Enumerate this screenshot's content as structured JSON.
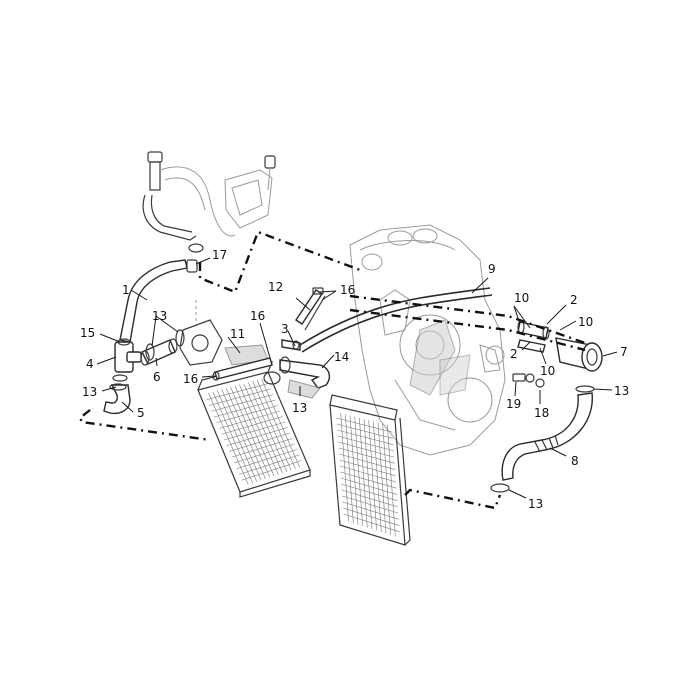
{
  "callouts": [
    {
      "id": "c1",
      "text": "1"
    },
    {
      "id": "c2a",
      "text": "2"
    },
    {
      "id": "c2b",
      "text": "2"
    },
    {
      "id": "c3",
      "text": "3"
    },
    {
      "id": "c4",
      "text": "4"
    },
    {
      "id": "c5",
      "text": "5"
    },
    {
      "id": "c6",
      "text": "6"
    },
    {
      "id": "c7",
      "text": "7"
    },
    {
      "id": "c8",
      "text": "8"
    },
    {
      "id": "c9",
      "text": "9"
    },
    {
      "id": "c10a",
      "text": "10"
    },
    {
      "id": "c10b",
      "text": "10"
    },
    {
      "id": "c10c",
      "text": "10"
    },
    {
      "id": "c11",
      "text": "11"
    },
    {
      "id": "c12",
      "text": "12"
    },
    {
      "id": "c13a",
      "text": "13"
    },
    {
      "id": "c13b",
      "text": "13"
    },
    {
      "id": "c13c",
      "text": "13"
    },
    {
      "id": "c13d",
      "text": "13"
    },
    {
      "id": "c13e",
      "text": "13"
    },
    {
      "id": "c14",
      "text": "14"
    },
    {
      "id": "c15",
      "text": "15"
    },
    {
      "id": "c16a",
      "text": "16"
    },
    {
      "id": "c16b",
      "text": "16"
    },
    {
      "id": "c16c",
      "text": "16"
    },
    {
      "id": "c17",
      "text": "17"
    },
    {
      "id": "c18",
      "text": "18"
    },
    {
      "id": "c19",
      "text": "19"
    }
  ],
  "colors": {
    "line": "#3a3a3a",
    "dash": "#111111",
    "background": "#ffffff"
  }
}
